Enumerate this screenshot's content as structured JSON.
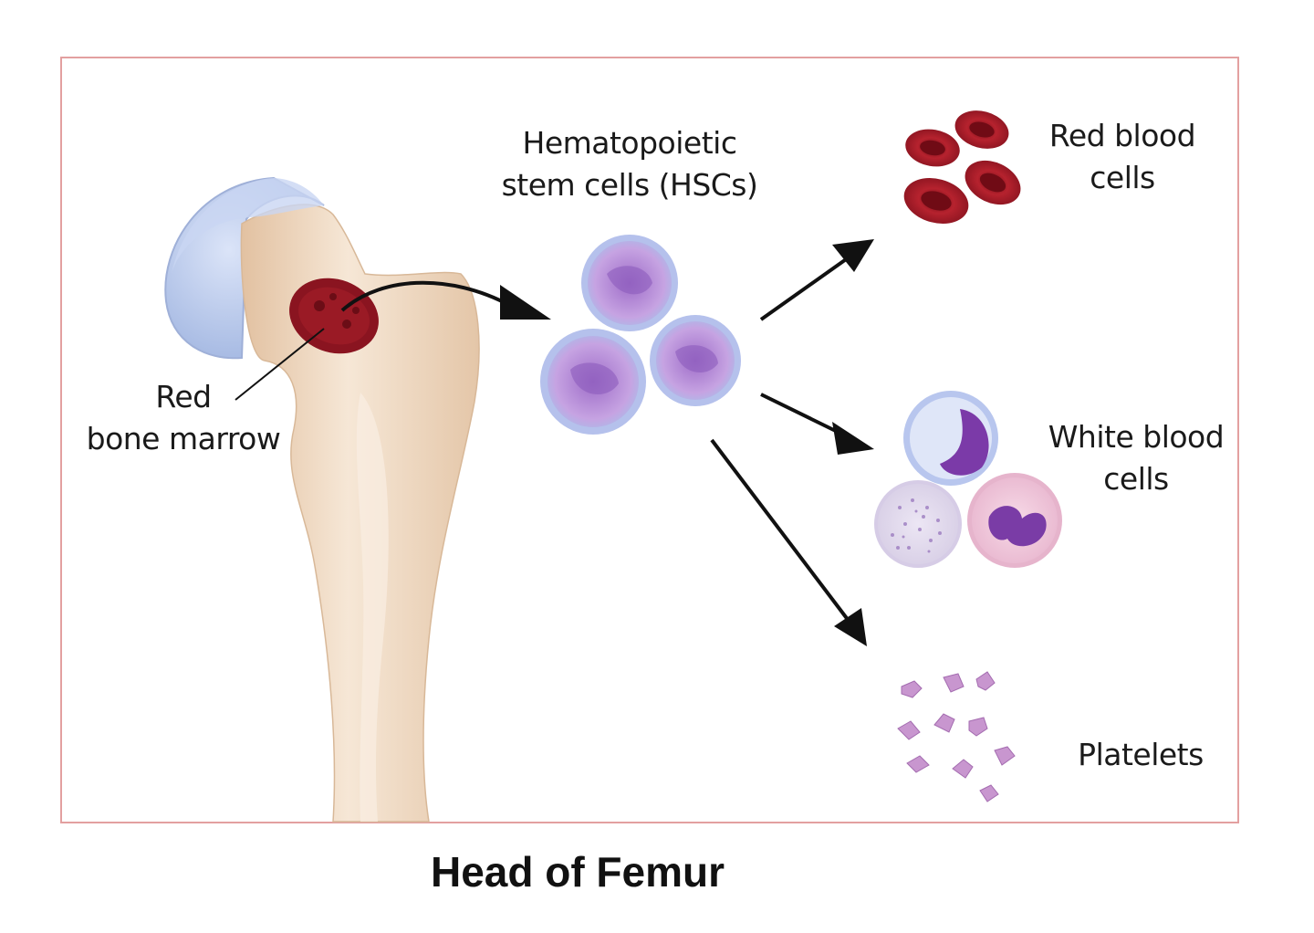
{
  "labels": {
    "hsc_line1": "Hematopoietic",
    "hsc_line2": "stem cells (HSCs)",
    "rbc_line1": "Red blood",
    "rbc_line2": "cells",
    "wbc_line1": "White blood",
    "wbc_line2": "cells",
    "platelets": "Platelets",
    "marrow_line1": "Red",
    "marrow_line2": "bone marrow"
  },
  "caption": "Head of Femur",
  "colors": {
    "frame_border": "#e3a0a0",
    "bone": "#efd9c2",
    "cartilage": "#b8c8ec",
    "marrow": "#8a1420",
    "rbc": "#9c1a24",
    "stem_cell": "#b69ad8",
    "platelet": "#c79ad0",
    "arrow": "#111111"
  }
}
